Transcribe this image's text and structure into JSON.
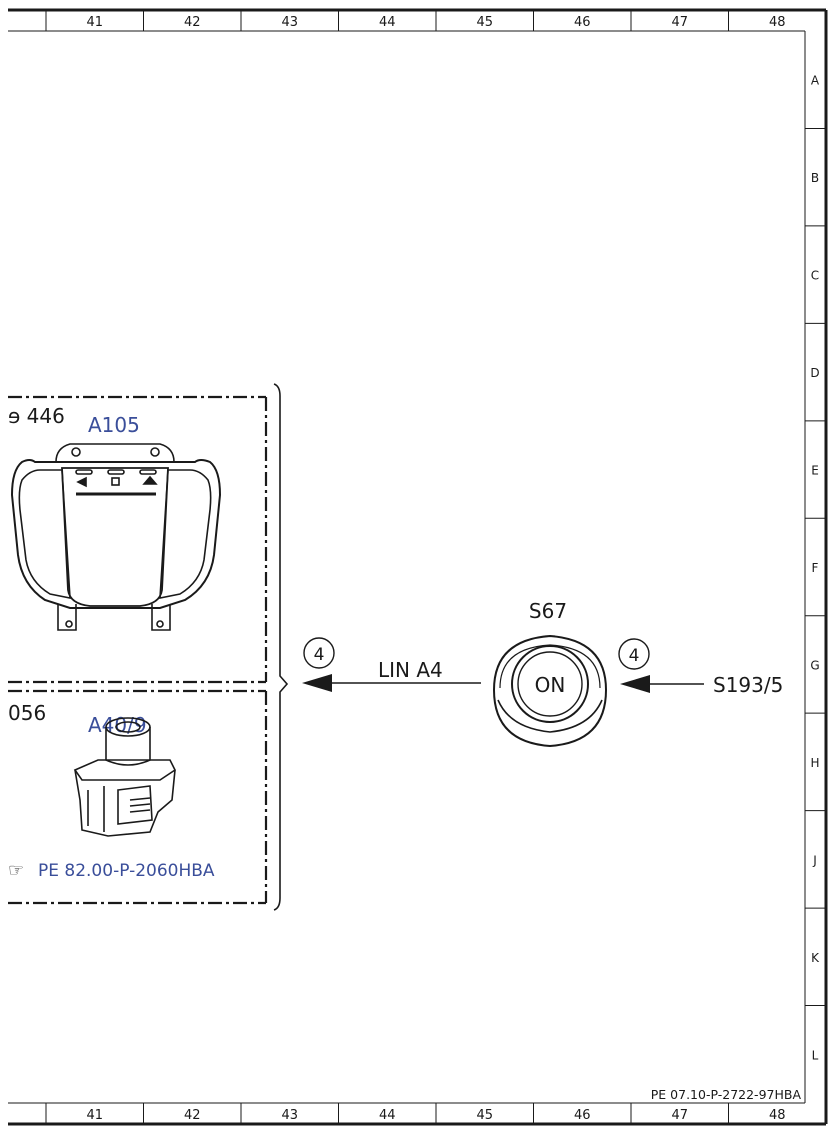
{
  "frame": {
    "columns": [
      "41",
      "42",
      "43",
      "44",
      "45",
      "46",
      "47",
      "48"
    ],
    "rows": [
      "A",
      "B",
      "C",
      "D",
      "E",
      "F",
      "G",
      "H",
      "J",
      "K",
      "L"
    ],
    "document_ref": "PE 07.10-P-2722-97HBA"
  },
  "components": {
    "a105": {
      "partial_label": "ɘ 446",
      "code": "A105"
    },
    "a40_9": {
      "partial_label": "056",
      "code": "A40/9",
      "reference": "PE 82.00-P-2060HBA",
      "reference_icon": "pointing-hand-icon"
    },
    "s67": {
      "code": "S67",
      "button_text": "ON"
    }
  },
  "connections": {
    "lin": {
      "label": "LIN A4",
      "marker": "4"
    },
    "input": {
      "label": "S193/5",
      "marker": "4"
    }
  },
  "colors": {
    "reference_blue": "#3a4e9a",
    "line": "#1a1a1a"
  }
}
